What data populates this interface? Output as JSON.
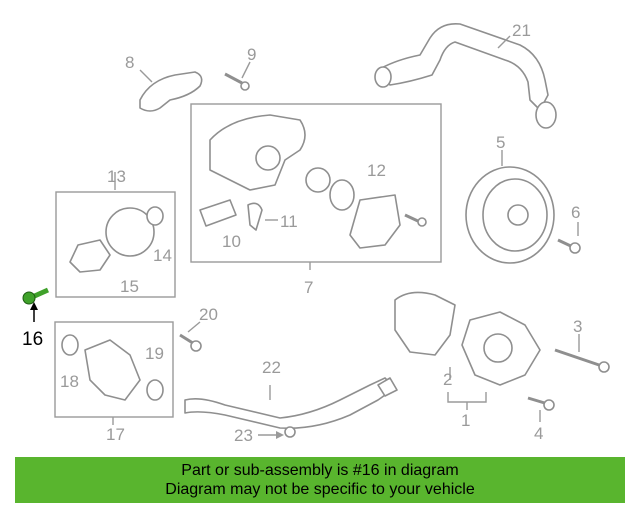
{
  "diagram": {
    "callouts": {
      "c1": "1",
      "c2": "2",
      "c3": "3",
      "c4": "4",
      "c5": "5",
      "c6": "6",
      "c7": "7",
      "c8": "8",
      "c9": "9",
      "c10": "10",
      "c11": "11",
      "c12": "12",
      "c13": "13",
      "c14": "14",
      "c15": "15",
      "c16": "16",
      "c17": "17",
      "c18": "18",
      "c19": "19",
      "c20": "20",
      "c21": "21",
      "c22": "22",
      "c23": "23"
    },
    "highlighted_part": "16",
    "highlight_color": "#3fa12a",
    "line_color": "#9a9a9a"
  },
  "banner": {
    "line1": "Part or sub-assembly is #16 in diagram",
    "line2": "Diagram may not be specific to your vehicle",
    "background": "#59b52e"
  }
}
